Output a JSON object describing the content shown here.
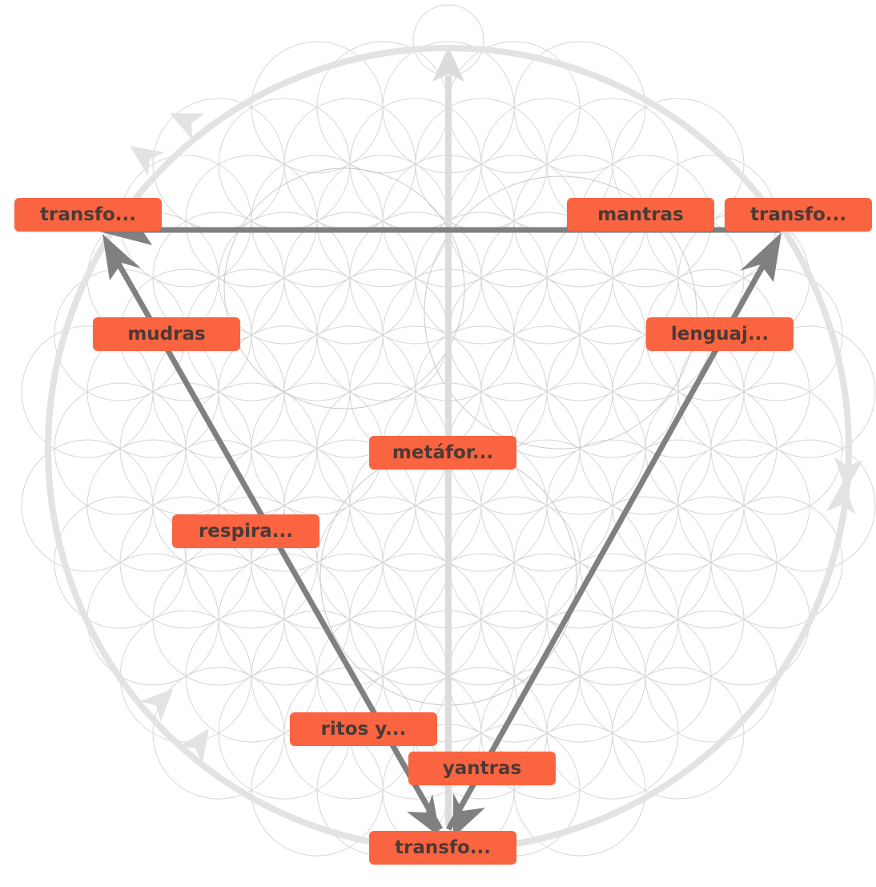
{
  "colors": {
    "node_fill": "#fa6440",
    "node_text": "#4a3a36",
    "edge": "#808080",
    "background_pattern": "#d6d6d6",
    "outer_ring": "#e3e3e3"
  },
  "nodes": {
    "top_left": {
      "label": "transfo..."
    },
    "top_right": {
      "label": "transfo..."
    },
    "bottom": {
      "label": "transfo..."
    },
    "mantras": {
      "label": "mantras"
    },
    "mudras": {
      "label": "mudras"
    },
    "lenguaj": {
      "label": "lenguaj..."
    },
    "metafor": {
      "label": "metáfor..."
    },
    "respira": {
      "label": "respira..."
    },
    "ritos": {
      "label": "ritos y..."
    },
    "yantras": {
      "label": "yantras"
    }
  }
}
